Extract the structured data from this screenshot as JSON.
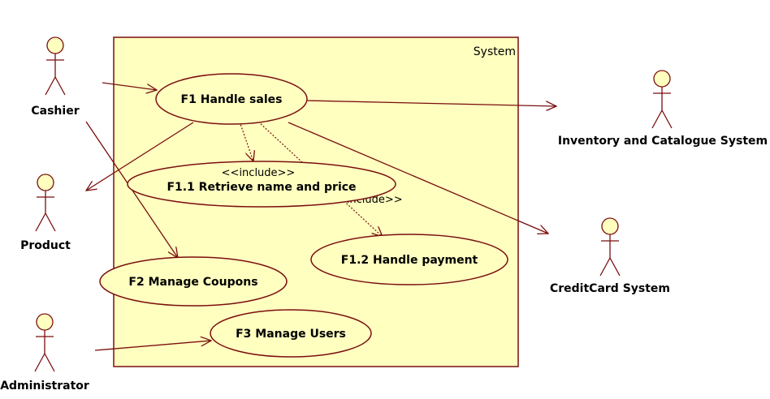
{
  "colors": {
    "line": "#7a0f0f",
    "fill": "#ffffc0",
    "system_fill": "#ffffc0"
  },
  "system": {
    "title": "System"
  },
  "actors": {
    "cashier": "Cashier",
    "product": "Product",
    "administrator": "Administrator",
    "inventory": "Inventory and Catalogue System",
    "creditcard": "CreditCard System"
  },
  "use_cases": {
    "f1": "F1 Handle sales",
    "f1_1": "F1.1 Retrieve name and price",
    "f1_2": "F1.2 Handle payment",
    "f2": "F2 Manage Coupons",
    "f3": "F3 Manage Users"
  },
  "stereotypes": {
    "include_1": "<<include>>",
    "include_2": "<<include>>"
  }
}
